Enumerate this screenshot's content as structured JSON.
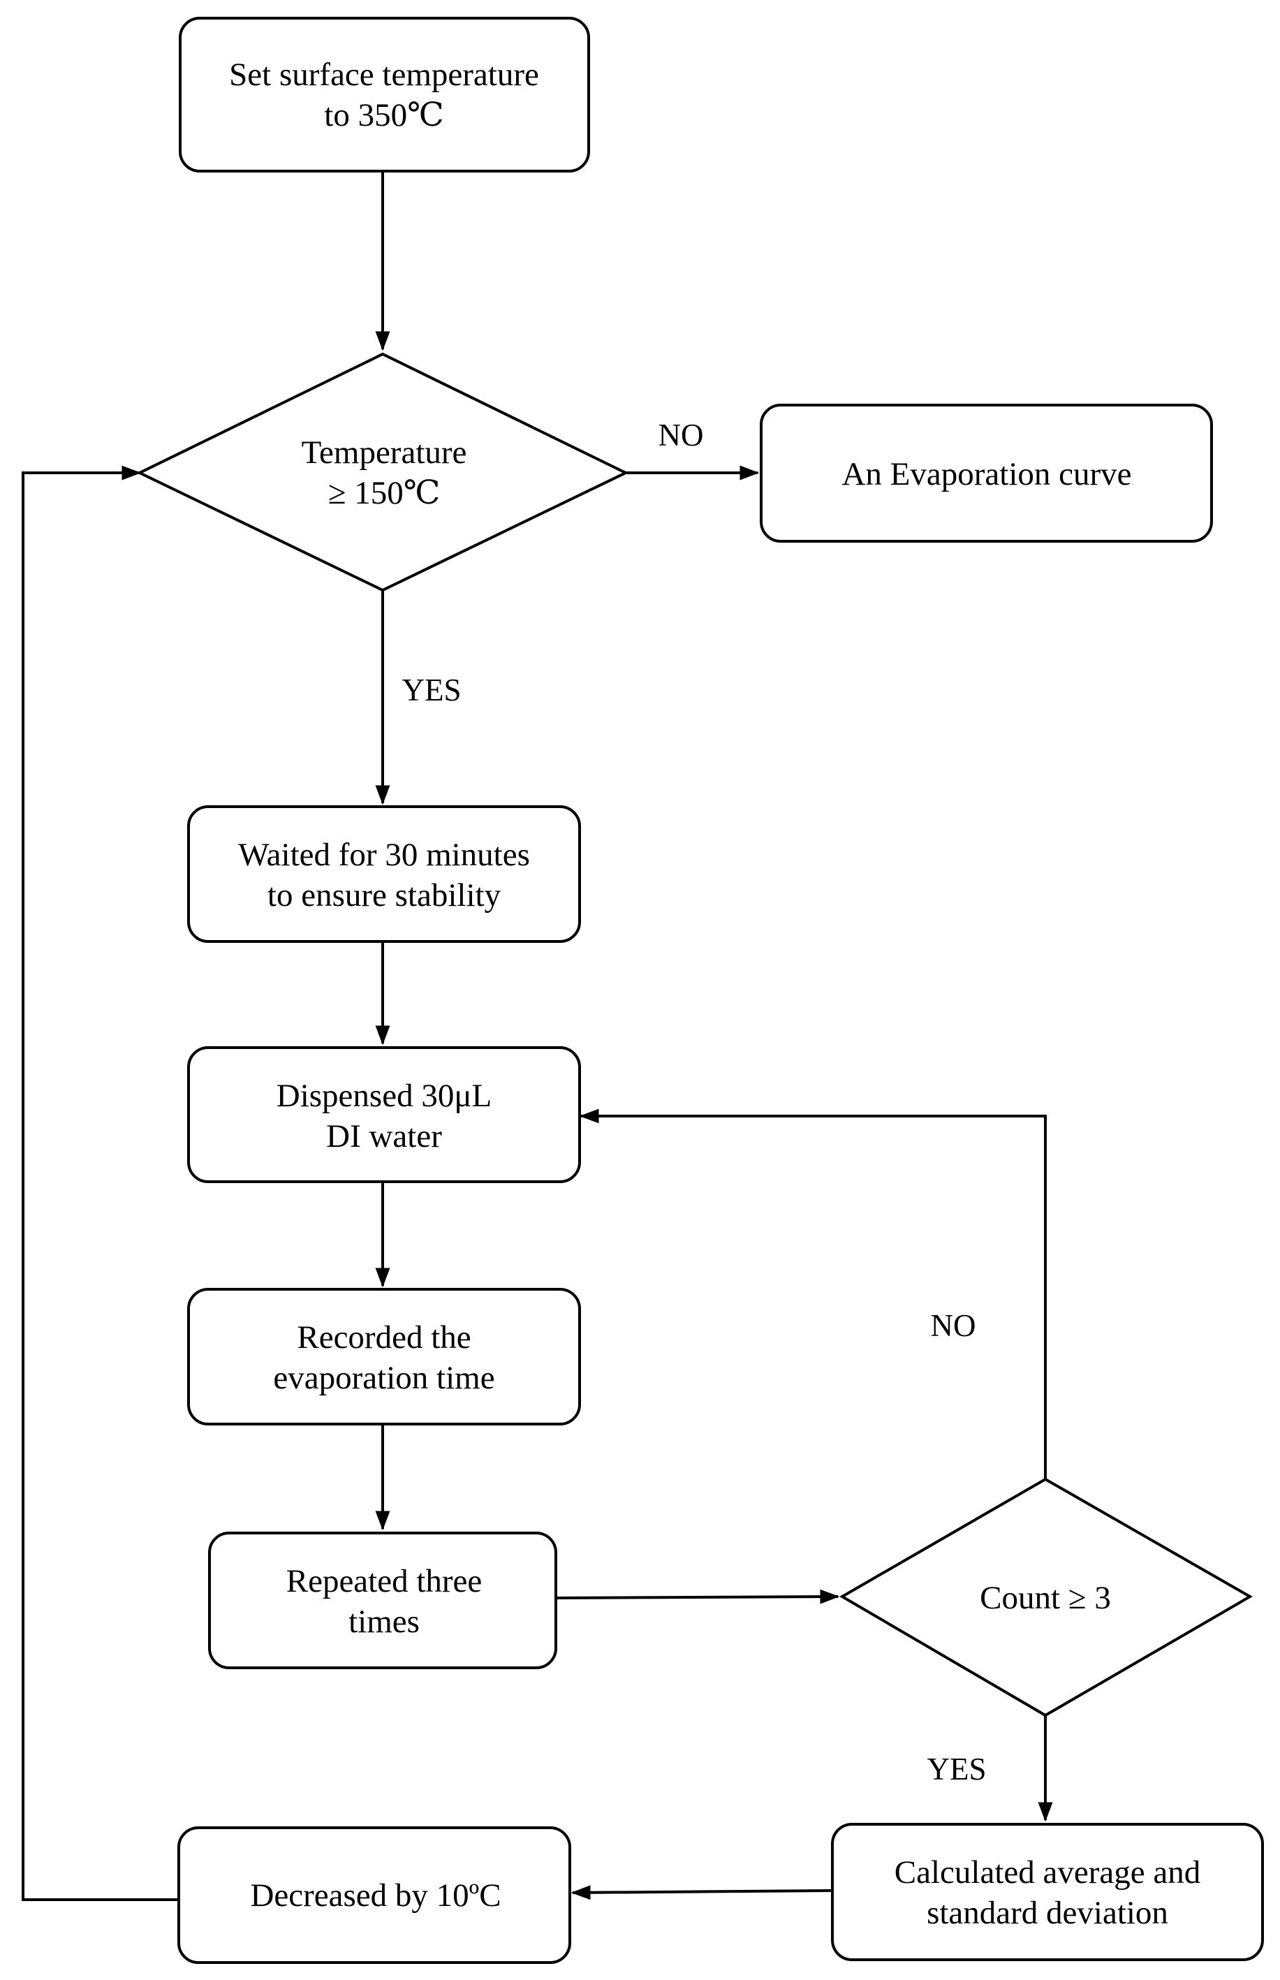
{
  "nodes": {
    "set_temp": {
      "line1": "Set surface temperature",
      "line2": "to 350℃"
    },
    "temp_check": {
      "line1": "Temperature",
      "line2": "≥ 150℃"
    },
    "evap_curve": {
      "line1": "An Evaporation curve"
    },
    "wait": {
      "line1": "Waited for 30 minutes",
      "line2": "to ensure stability"
    },
    "dispense": {
      "line1": "Dispensed 30μL",
      "line2": "DI water"
    },
    "record": {
      "line1": "Recorded the",
      "line2": "evaporation time"
    },
    "repeat": {
      "line1": "Repeated three",
      "line2": "times"
    },
    "count_check": {
      "line1": "Count ≥ 3"
    },
    "calc": {
      "line1": "Calculated average and",
      "line2": "standard deviation"
    },
    "decrease": {
      "line1": "Decreased by 10ºC"
    }
  },
  "edge_labels": {
    "temp_no": "NO",
    "temp_yes": "YES",
    "count_no": "NO",
    "count_yes": "YES"
  },
  "colors": {
    "stroke": "#000000",
    "fill": "#ffffff",
    "text": "#000000"
  }
}
